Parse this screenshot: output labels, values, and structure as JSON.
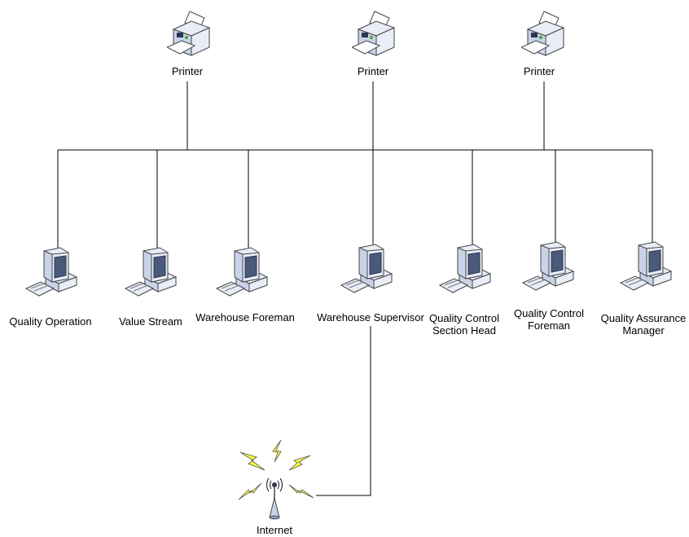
{
  "printers": [
    {
      "label": "Printer",
      "icon": "printer-icon"
    },
    {
      "label": "Printer",
      "icon": "printer-icon"
    },
    {
      "label": "Printer",
      "icon": "printer-icon"
    }
  ],
  "computers": [
    {
      "id": "quality-operation",
      "lines": [
        "Quality Operation"
      ],
      "icon": "computer-icon"
    },
    {
      "id": "value-stream",
      "lines": [
        "Value Stream"
      ],
      "icon": "computer-icon"
    },
    {
      "id": "warehouse-foreman",
      "lines": [
        "Warehouse Foreman"
      ],
      "icon": "computer-icon"
    },
    {
      "id": "warehouse-supervisor",
      "lines": [
        "Warehouse Supervisor"
      ],
      "icon": "computer-icon"
    },
    {
      "id": "quality-control-section-head",
      "lines": [
        "Quality Control",
        "Section Head"
      ],
      "icon": "computer-icon"
    },
    {
      "id": "quality-control-foreman",
      "lines": [
        "Quality Control",
        "Foreman"
      ],
      "icon": "computer-icon"
    },
    {
      "id": "quality-assurance-manager",
      "lines": [
        "Quality Assurance",
        "Manager"
      ],
      "icon": "computer-icon"
    }
  ],
  "internet": {
    "label": "Internet",
    "icon": "wireless-antenna-icon"
  },
  "colors": {
    "line": "#000000",
    "device_light": "#e8edf7",
    "device_mid": "#c9d3e8",
    "device_dark": "#2b3552",
    "screen": "#4a5a7a",
    "lightning": "#ffff33",
    "lightning_stroke": "#555555"
  }
}
